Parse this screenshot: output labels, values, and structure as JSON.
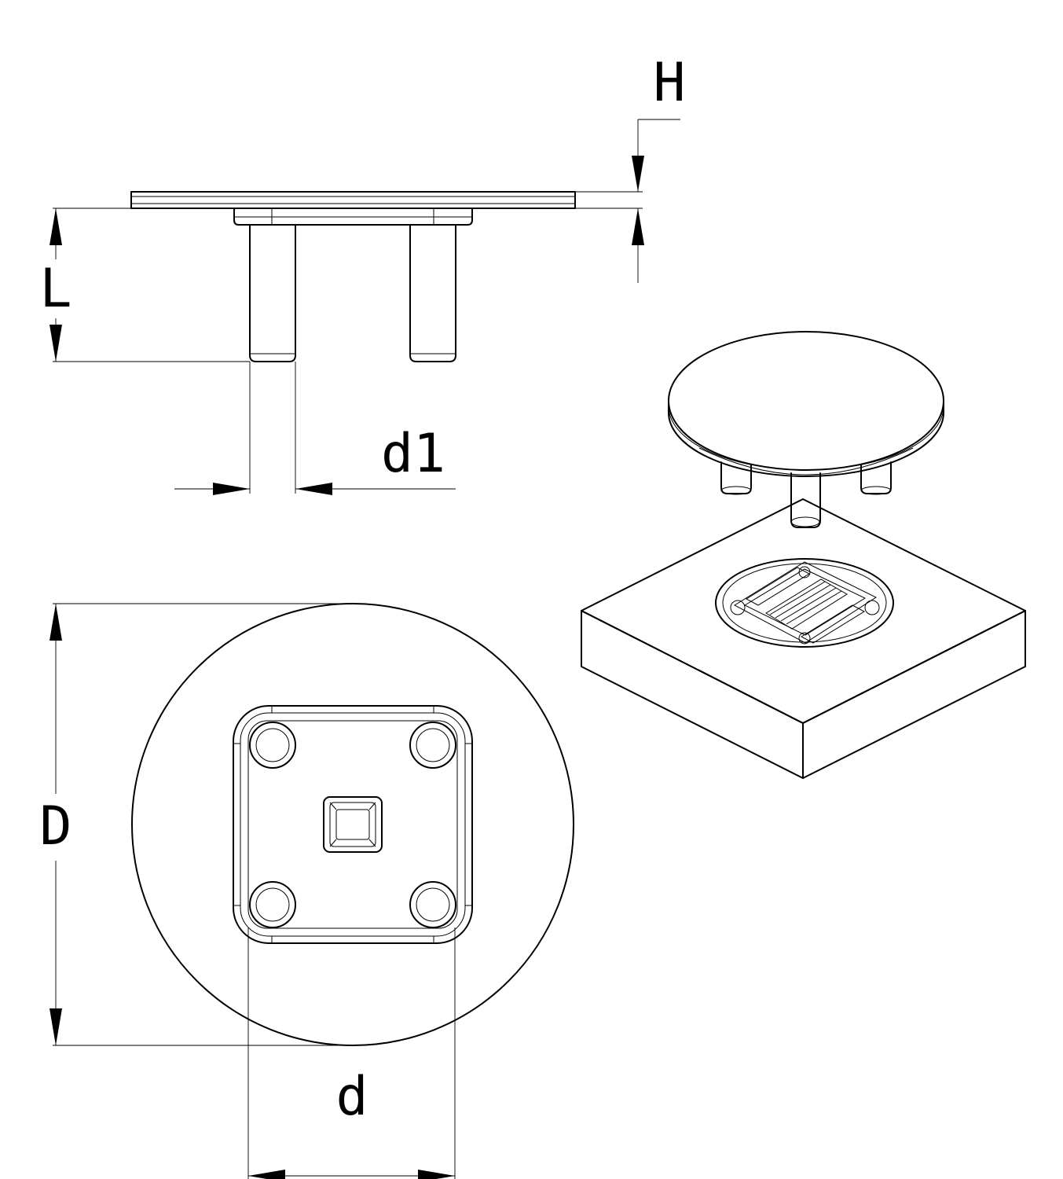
{
  "labels": {
    "height": "H",
    "length": "L",
    "pin_diameter": "d1",
    "diameter": "D",
    "inner_width": "d"
  },
  "colors": {
    "line": "#000000",
    "background": "#ffffff"
  }
}
